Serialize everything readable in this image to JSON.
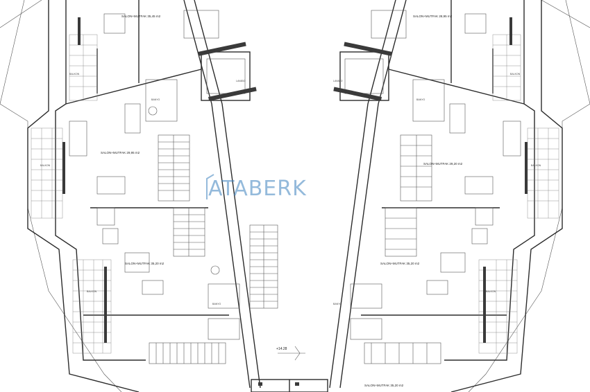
{
  "brand": {
    "watermark": "ATABERK",
    "color": "#3c82be"
  },
  "rooms": {
    "salon_1": "SALON+MUTFAK 35,45 m2",
    "salon_2": "SALON+MUTFAK 29,95 m2",
    "salon_3": "SALON+MUTFAK 35,20 m2",
    "salon_r1": "SALON+MUTFAK 28,95 m2",
    "salon_r2": "SALON+MUTFAK 29,20 m2",
    "salon_r3": "SALON+MUTFAK 35,20 m2",
    "salon_r4": "SALON+MUTFAK 35,20 m2",
    "balkon": "BALKON",
    "banyo": "BANYO",
    "lavabo": "LAVABO"
  },
  "elevation": "+14.28"
}
